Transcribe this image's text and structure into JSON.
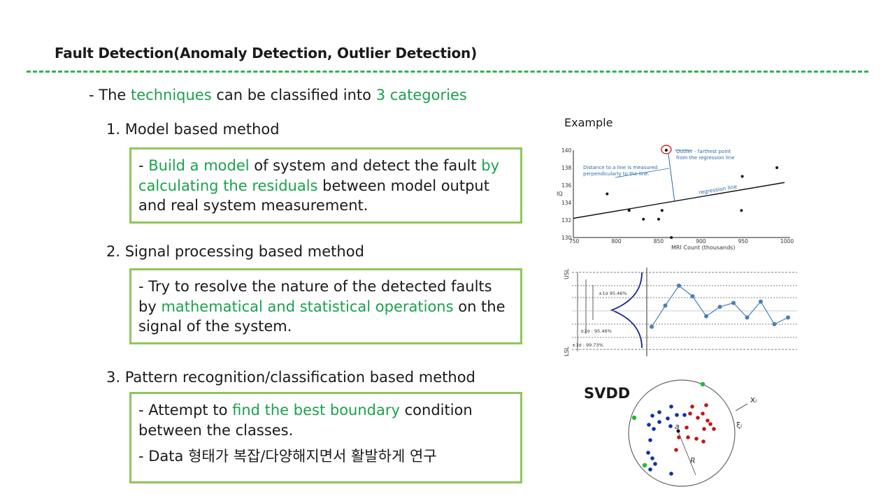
{
  "title": "Fault Detection(Anomaly Detection, Outlier Detection)",
  "intro": {
    "prefix": "- The ",
    "hl1": "techniques",
    "mid": " can be classified into ",
    "hl2": "3 categories"
  },
  "methods": [
    {
      "heading": "1. Model based method",
      "desc": [
        {
          "t": "- ",
          "hl": false
        },
        {
          "t": "Build a model",
          "hl": true
        },
        {
          "t": " of system and detect the fault ",
          "hl": false
        },
        {
          "t": "by calculating the residuals",
          "hl": true
        },
        {
          "t": " between model output and real system measurement.",
          "hl": false
        }
      ]
    },
    {
      "heading": "2. Signal processing based method",
      "desc": [
        {
          "t": "- Try to resolve the nature of the detected faults by ",
          "hl": false
        },
        {
          "t": "mathematical and statistical operations",
          "hl": true
        },
        {
          "t": " on the signal of the system.",
          "hl": false
        }
      ]
    },
    {
      "heading": "3. Pattern recognition/classification based method",
      "desc": [
        {
          "t": "- Attempt to ",
          "hl": false
        },
        {
          "t": "find the best boundary",
          "hl": true
        },
        {
          "t": " condition between the classes.",
          "hl": false
        }
      ],
      "note": "- Data 형태가 복잡/다양해지면서 활발하게 연구"
    }
  ],
  "colors": {
    "highlight": "#1aa24a",
    "box_border": "#8dc75a",
    "divider": "#2fb34e",
    "series_blue": "#4a7fb5",
    "svdd_blue": "#1030a8",
    "svdd_red": "#c01818",
    "svdd_green": "#22bb33"
  },
  "figures": {
    "example_label": "Example",
    "regression": {
      "ylabel": "IQ",
      "xlabel": "MRI Count (thousands)",
      "xticks": [
        "750",
        "800",
        "850",
        "900",
        "950",
        "1000"
      ],
      "yticks": [
        "130",
        "132",
        "134",
        "136",
        "138",
        "140"
      ],
      "annotation_outlier": [
        "Outlier - farthest point",
        "from the regression line"
      ],
      "annotation_distance": [
        "Distance to a line is measured",
        "perpendicularly to the line."
      ],
      "annotation_line": "regression line",
      "chart_data": {
        "type": "scatter",
        "xlabel": "MRI Count (thousands)",
        "ylabel": "IQ",
        "xlim": [
          750,
          1000
        ],
        "ylim": [
          130,
          140
        ],
        "points": [
          [
            790,
            135
          ],
          [
            816,
            133.1
          ],
          [
            833,
            132.1
          ],
          [
            851,
            132.1
          ],
          [
            855,
            133.1
          ],
          [
            860,
            140
          ],
          [
            866,
            130
          ],
          [
            950,
            137
          ],
          [
            949,
            133.1
          ],
          [
            991,
            138
          ]
        ],
        "regression_line": [
          [
            750,
            132.2
          ],
          [
            1000,
            136.3
          ]
        ]
      }
    },
    "control_chart": {
      "usl": "USL",
      "lsl": "LSL",
      "label_1sigma": "±1σ 95.46%",
      "label_2sigma": "±2σ : 95.46%",
      "label_3sigma": "±3σ : 99.73%",
      "chart_data": {
        "type": "line",
        "values": [
          -1.2,
          0.4,
          1.9,
          1.1,
          -0.4,
          0.3,
          0.6,
          -0.5,
          0.7,
          -1.0,
          -0.5
        ],
        "ylim": [
          -3,
          3
        ]
      }
    },
    "svdd": {
      "label": "SVDD",
      "center_label": "a",
      "radius_label": "R",
      "xi_label": "xᵢ",
      "slack_label": "ξᵢ"
    }
  }
}
